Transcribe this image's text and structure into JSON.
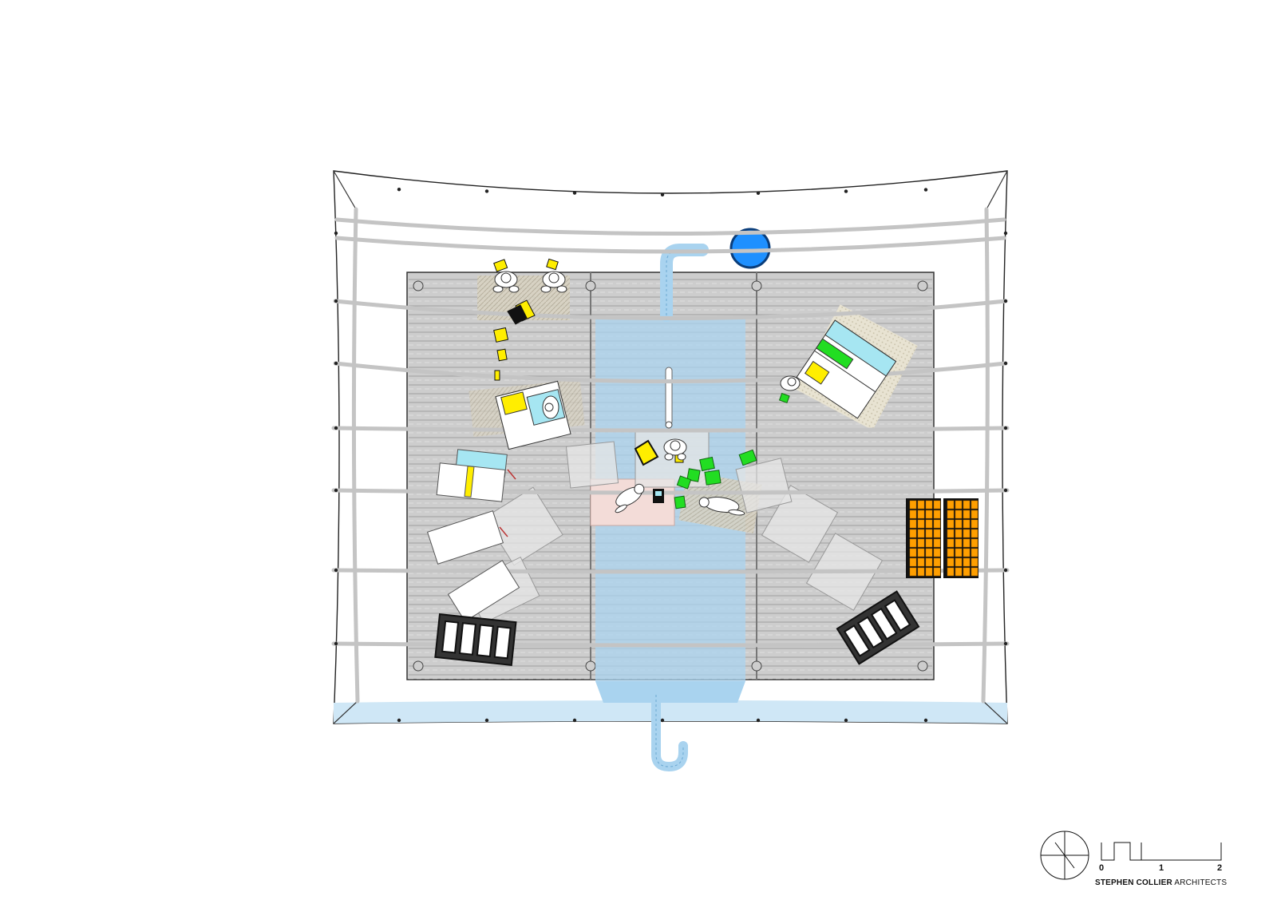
{
  "scale": {
    "labels": [
      "0",
      "1",
      "2"
    ]
  },
  "credit": {
    "name": "STEPHEN COLLIER",
    "suffix": "ARCHITECTS"
  },
  "colors": {
    "deck": "#c8c8c8",
    "canopy_rope": "#c4c4c4",
    "water": "#a9d3ef",
    "pool": "#1e90ff",
    "seat_yellow": "#ffee00",
    "book_green": "#22dd22",
    "solar_orange": "#ff9f00",
    "table_cyan": "#a6e6f2"
  },
  "icons": [
    "north-arrow-icon",
    "scale-bar-icon"
  ]
}
